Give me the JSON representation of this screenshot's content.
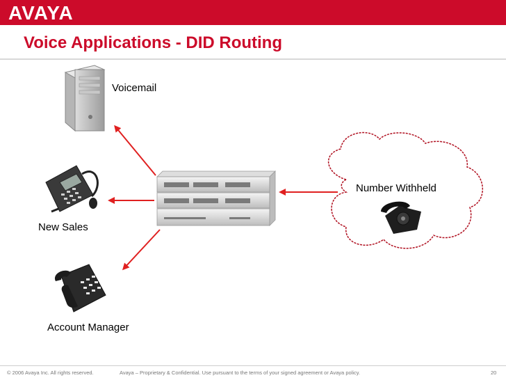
{
  "header": {
    "logo_text": "AVAYA",
    "title": "Voice Applications - DID Routing"
  },
  "diagram": {
    "nodes": {
      "voicemail": "Voicemail",
      "new_sales": "New Sales",
      "account_manager": "Account Manager",
      "caller": "Number Withheld"
    }
  },
  "footer": {
    "copyright": "© 2006 Avaya Inc. All rights reserved.",
    "notice": "Avaya – Proprietary & Confidential.  Use pursuant to the terms of your signed agreement or Avaya policy.",
    "page_number": "20"
  },
  "colors": {
    "brand_red": "#cc0b2a",
    "arrow_red": "#e02020",
    "cloud_outline": "#b01020"
  },
  "icons": [
    "server-tower-icon",
    "headset-phone-icon",
    "desk-phone-icon",
    "pbx-switch-icon",
    "rotary-phone-icon",
    "cloud-icon"
  ]
}
